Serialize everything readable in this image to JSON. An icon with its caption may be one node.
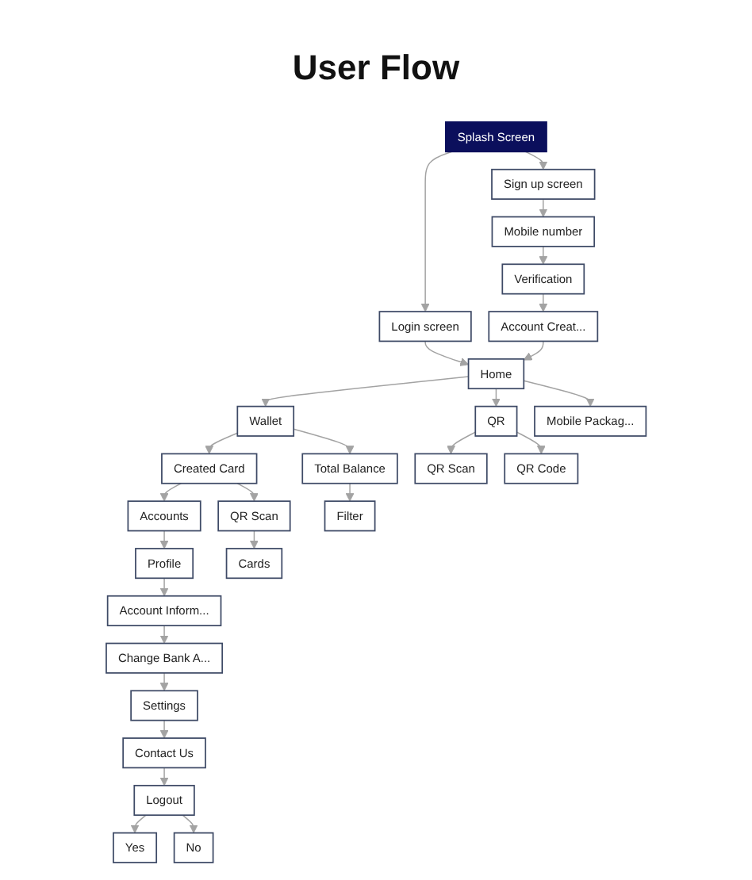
{
  "diagram": {
    "title": "User Flow",
    "nodes": [
      {
        "text": [
          "Splash Screen"
        ]
      },
      {
        "text": [
          "Login screen"
        ]
      },
      {
        "text": [
          "Sign up screen"
        ]
      },
      {
        "text": [
          "Mobile number"
        ]
      },
      {
        "text": [
          "Verification"
        ]
      },
      {
        "text": [
          "Account Creat..."
        ]
      },
      {
        "text": [
          "Home"
        ]
      },
      {
        "text": [
          "Wallet"
        ]
      },
      {
        "text": [
          "Created Card"
        ]
      },
      {
        "text": [
          "Accounts"
        ]
      },
      {
        "text": [
          "QR"
        ]
      },
      {
        "text": [
          "Total Balance"
        ]
      },
      {
        "text": [
          "QR Scan"
        ]
      },
      {
        "text": [
          "Profile"
        ]
      },
      {
        "text": [
          "QR Scan"
        ]
      },
      {
        "text": [
          "Filter"
        ]
      },
      {
        "text": [
          "Cards"
        ]
      },
      {
        "text": [
          "Account Inform..."
        ]
      },
      {
        "text": [
          "QR Code"
        ]
      },
      {
        "text": [
          "Change Bank A..."
        ]
      },
      {
        "text": [
          "Mobile Packag..."
        ]
      },
      {
        "text": [
          "Settings"
        ]
      },
      {
        "text": [
          "Contact Us"
        ]
      },
      {
        "text": [
          "Logout"
        ]
      },
      {
        "text": [
          "Yes"
        ]
      },
      {
        "text": [
          "No"
        ]
      }
    ],
    "edges": [
      {
        "from": 0,
        "to": 1,
        "arrow": "to"
      },
      {
        "from": 0,
        "to": 2,
        "arrow": "to"
      },
      {
        "from": 2,
        "to": 3,
        "arrow": "to"
      },
      {
        "from": 3,
        "to": 4,
        "arrow": "to"
      },
      {
        "from": 4,
        "to": 5,
        "arrow": "to"
      },
      {
        "from": 1,
        "to": 6,
        "arrow": "to"
      },
      {
        "from": 5,
        "to": 6,
        "arrow": "to"
      },
      {
        "from": 6,
        "to": 10,
        "arrow": "to"
      },
      {
        "from": 6,
        "to": 20,
        "arrow": "to"
      },
      {
        "from": 6,
        "to": 7,
        "arrow": "to"
      },
      {
        "from": 10,
        "to": 14,
        "arrow": "to"
      },
      {
        "from": 10,
        "to": 18,
        "arrow": "to"
      },
      {
        "from": 7,
        "to": 11,
        "arrow": "to"
      },
      {
        "from": 11,
        "to": 15,
        "arrow": "to"
      },
      {
        "from": 7,
        "to": 8,
        "arrow": "to"
      },
      {
        "from": 8,
        "to": 12,
        "arrow": "to"
      },
      {
        "from": 12,
        "to": 16,
        "arrow": "to"
      },
      {
        "from": 8,
        "to": 9,
        "arrow": "to"
      },
      {
        "from": 9,
        "to": 13,
        "arrow": "to"
      },
      {
        "from": 13,
        "to": 17,
        "arrow": "to"
      },
      {
        "from": 17,
        "to": 19,
        "arrow": "to"
      },
      {
        "from": 19,
        "to": 21,
        "arrow": "to"
      },
      {
        "from": 21,
        "to": 22,
        "arrow": "to"
      },
      {
        "from": 22,
        "to": 23,
        "arrow": "to"
      },
      {
        "from": 23,
        "to": 24,
        "arrow": "to"
      },
      {
        "from": 23,
        "to": 25,
        "arrow": "to"
      }
    ]
  }
}
